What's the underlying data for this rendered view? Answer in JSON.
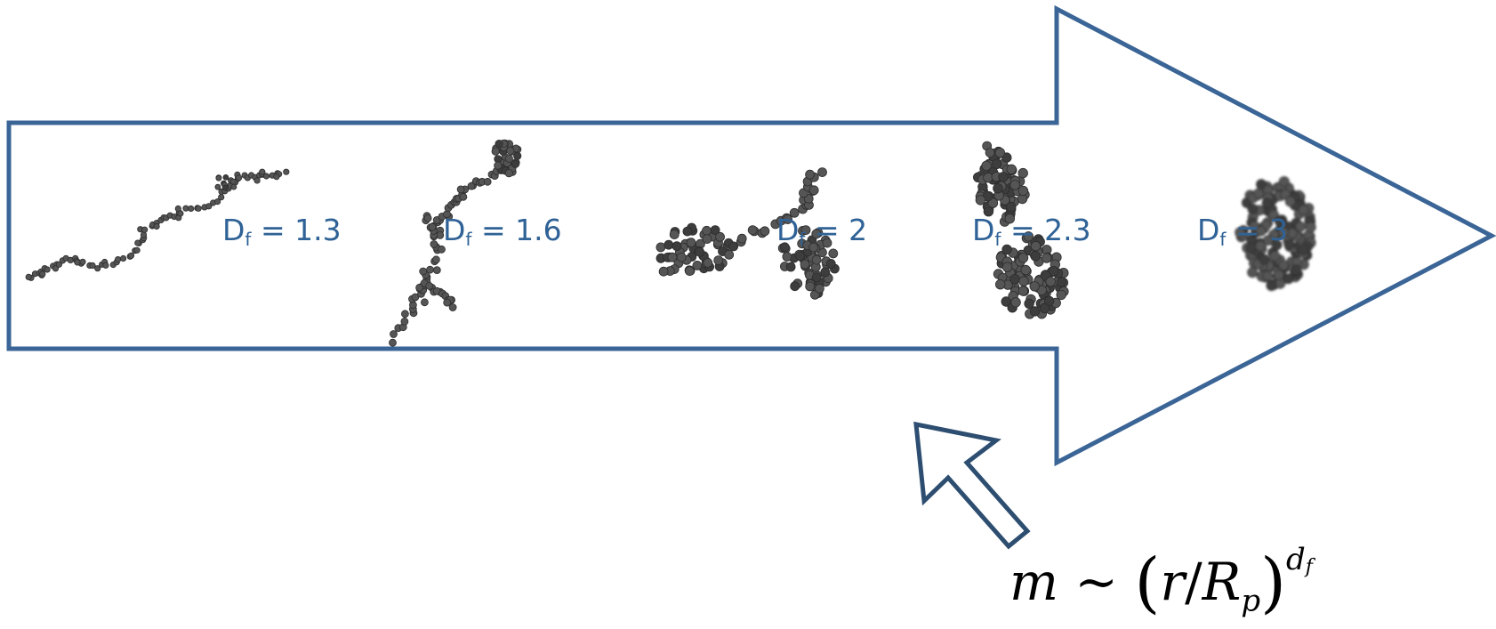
{
  "arrow": {
    "stroke_color": "#3a6596"
  },
  "aggregates": [
    {
      "id": "df-1-3",
      "D": "D",
      "sub": "f",
      "rest": " = 1.3"
    },
    {
      "id": "df-1-6",
      "D": "D",
      "sub": "f",
      "rest": " = 1.6"
    },
    {
      "id": "df-2",
      "D": "D",
      "sub": "f",
      "rest": " = 2"
    },
    {
      "id": "df-2-3",
      "D": "D",
      "sub": "f",
      "rest": " = 2.3"
    },
    {
      "id": "df-3",
      "D": "D",
      "sub": "f",
      "rest": " = 3"
    }
  ],
  "formula": {
    "m": "m",
    "tilde": " ~ ",
    "open": "(",
    "r": "r",
    "slash": "/",
    "R": "R",
    "R_sub": "p",
    "close": ")",
    "exp_d": "d",
    "exp_sub": "f"
  },
  "colors": {
    "label": "#2f6296",
    "particle": "#555555",
    "particle_dark": "#2d2d2d"
  }
}
